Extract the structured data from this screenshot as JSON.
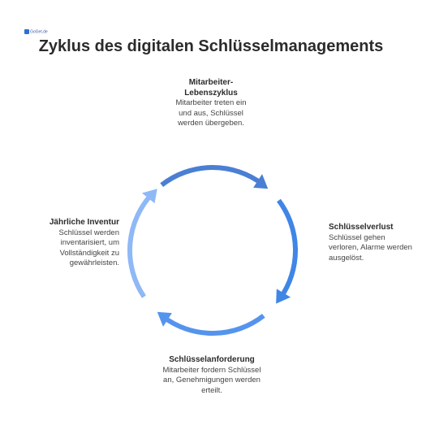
{
  "logo": {
    "text": "GoGet.de"
  },
  "title": "Zyklus des digitalen Schlüsselmanagements",
  "stages": [
    {
      "id": "top",
      "heading": "Mitarbeiter-Lebenszyklus",
      "body": "Mitarbeiter treten ein und aus, Schlüssel werden übergeben.",
      "color": "#4a7fd4"
    },
    {
      "id": "right",
      "heading": "Schlüsselverlust",
      "body": "Schlüssel gehen verloren, Alarme werden ausgelöst.",
      "color": "#3f86e6"
    },
    {
      "id": "bottom",
      "heading": "Schlüsselanforderung",
      "body": "Mitarbeiter fordern Schlüssel an, Genehmigungen werden erteilt.",
      "color": "#5594ee"
    },
    {
      "id": "left",
      "heading": "Jährliche Inventur",
      "body": "Schlüssel werden inventarisiert, um Vollständigkeit zu gewährleisten.",
      "color": "#8fb8f6"
    }
  ]
}
